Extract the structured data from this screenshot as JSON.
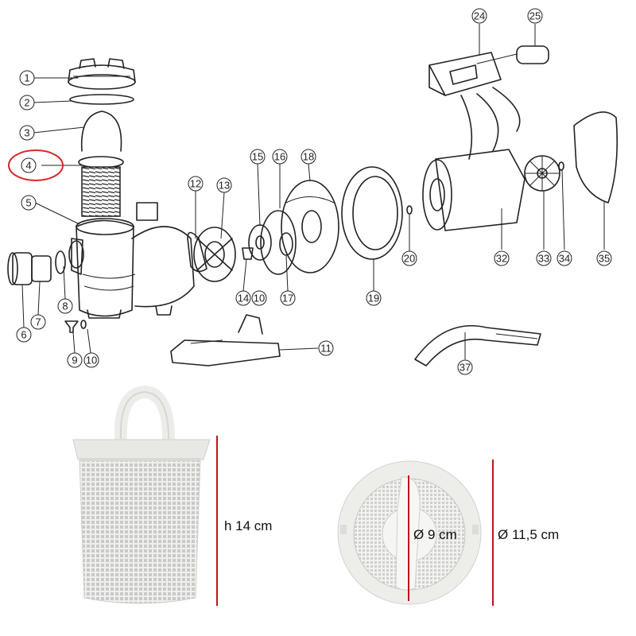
{
  "diagram": {
    "highlighted_part": "4",
    "highlight_color": "#d62728",
    "dimension_line_color": "#c0151b",
    "callouts": [
      "1",
      "2",
      "3",
      "4",
      "5",
      "6",
      "7",
      "8",
      "9",
      "10",
      "10",
      "11",
      "12",
      "13",
      "14",
      "15",
      "16",
      "17",
      "18",
      "19",
      "20",
      "24",
      "25",
      "32",
      "33",
      "34",
      "35",
      "37"
    ]
  },
  "photos": {
    "side_view": {
      "height_label": "h 14 cm"
    },
    "top_view": {
      "inner_diameter_label": "Ø 9 cm",
      "outer_diameter_label": "Ø 11,5 cm"
    }
  }
}
